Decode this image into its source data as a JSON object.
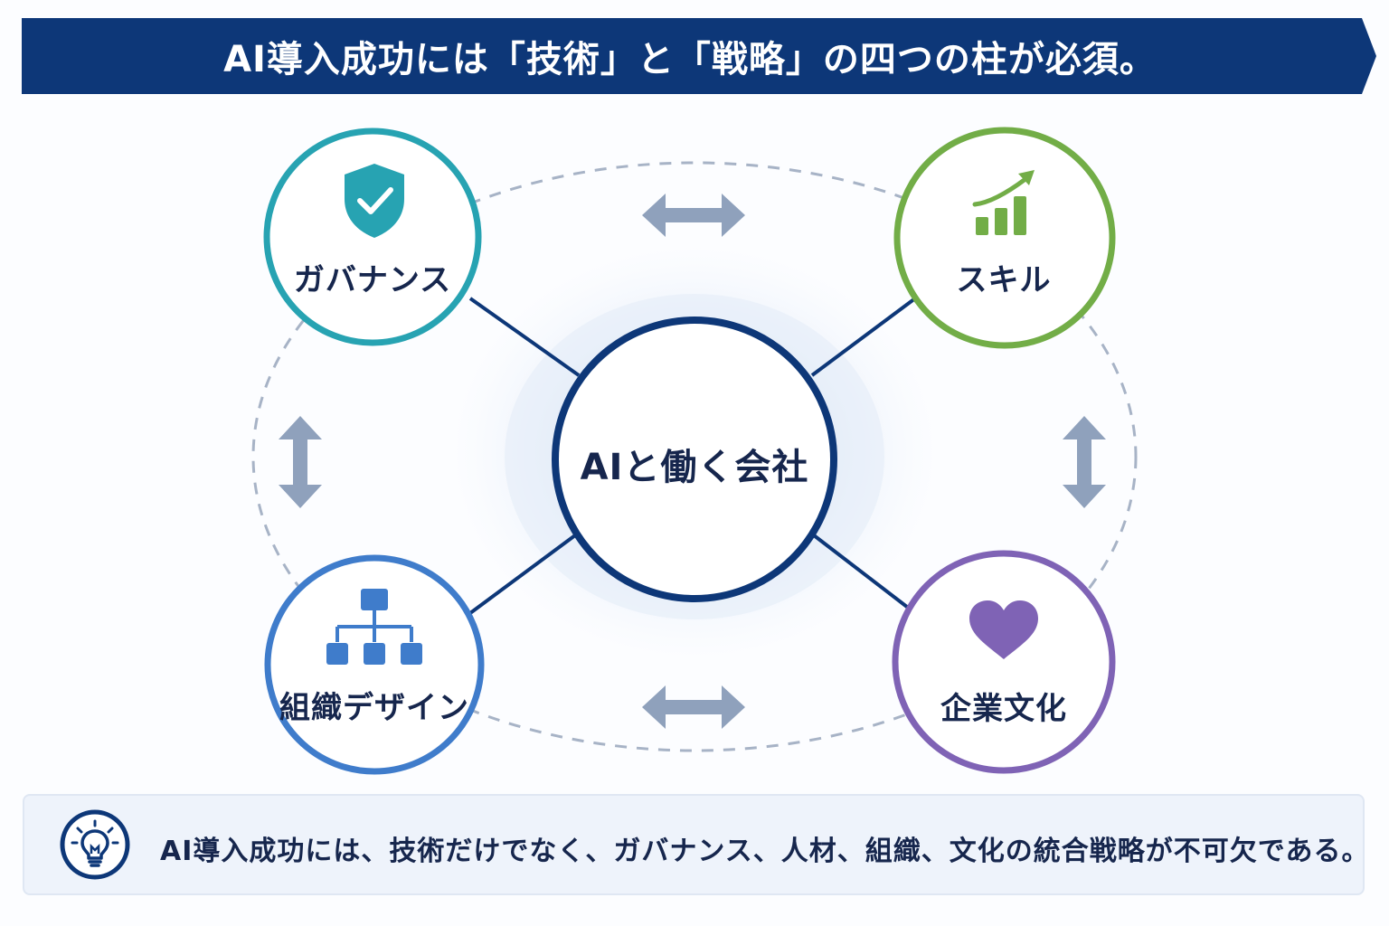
{
  "title": "AI導入成功には「技術」と「戦略」の四つの柱が必須。",
  "center": {
    "label": "AIと働く会社"
  },
  "nodes": {
    "governance": {
      "label": "ガバナンス",
      "icon": "shield-check-icon",
      "color": "#27a3b2"
    },
    "skill": {
      "label": "スキル",
      "icon": "growth-chart-icon",
      "color": "#72ad47"
    },
    "org_design": {
      "label": "組織デザイン",
      "icon": "org-chart-icon",
      "color": "#3f7ccb"
    },
    "culture": {
      "label": "企業文化",
      "icon": "heart-icon",
      "color": "#7f63b5"
    }
  },
  "summary": {
    "text": "AI導入成功には、技術だけでなく、ガバナンス、人材、組織、文化の統合戦略が不可欠である。",
    "icon": "lightbulb-icon"
  },
  "colors": {
    "navy": "#0d3778",
    "arrow": "#8fa1bc",
    "dashed": "#a7b3c6"
  }
}
